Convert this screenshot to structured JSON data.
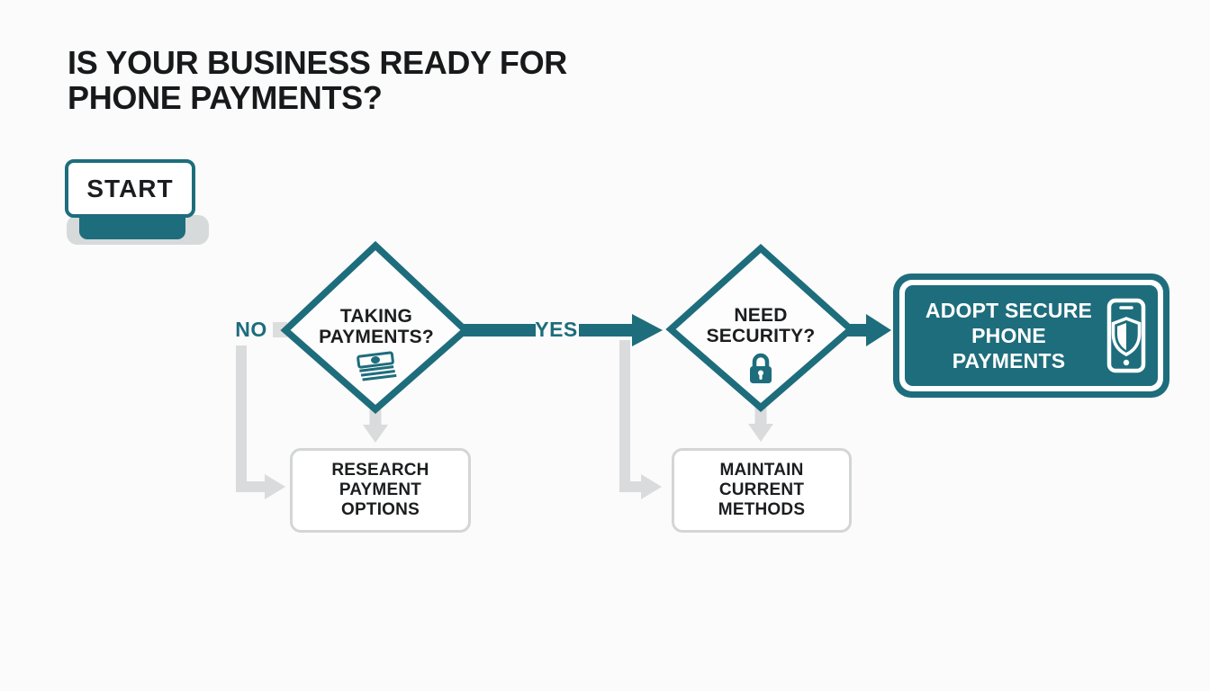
{
  "title": "IS YOUR BUSINESS READY FOR\nPHONE PAYMENTS?",
  "start": {
    "label": "START"
  },
  "labels": {
    "no": "NO",
    "yes": "YES"
  },
  "nodes": {
    "decision_taking_payments": {
      "label": "TAKING\nPAYMENTS?",
      "icon": "money-stack-icon"
    },
    "decision_need_security": {
      "label": "NEED\nSECURITY?",
      "icon": "padlock-icon"
    },
    "outcome_research": {
      "label": "RESEARCH\nPAYMENT\nOPTIONS"
    },
    "outcome_maintain": {
      "label": "MAINTAIN\nCURRENT\nMETHODS"
    },
    "outcome_adopt": {
      "label": "ADOPT SECURE\nPHONE PAYMENTS",
      "icon": "phone-shield-icon"
    }
  },
  "colors": {
    "teal": "#1e6d7c",
    "dark_text": "#1b1d1f",
    "connector_gray": "#d9dbdc",
    "box_border_gray": "#d3d5d6",
    "background": "#fafbfa"
  }
}
